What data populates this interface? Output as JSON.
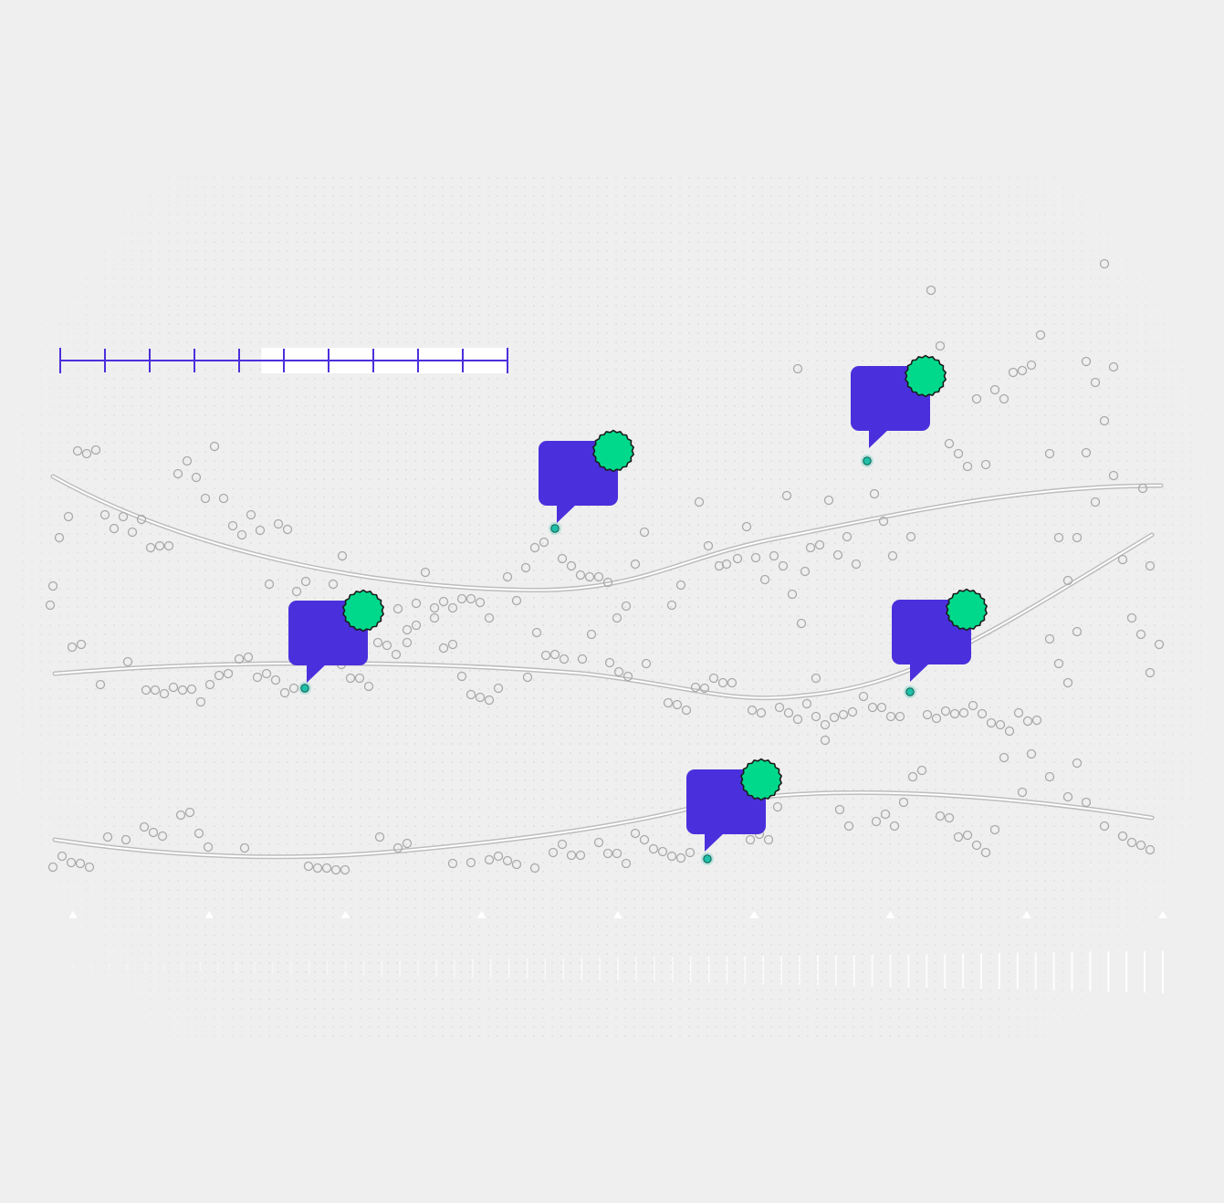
{
  "colors": {
    "background": "#efefef",
    "dot_grid": "#d6d6d6",
    "curve": "#bdbdbd",
    "curve_highlight": "#ffffff",
    "sample_dot": "#a9a9a9",
    "bubble": "#4a30dc",
    "badge": "#00d98c",
    "badge_outline": "#1c1c1c",
    "anchor_dot": "#1fbfa8",
    "ruler": "#4a30dc",
    "ruler_highlight": "#ffffff",
    "tick_marks": "#ffffff"
  },
  "ruler": {
    "segments": 10,
    "highlighted_from_segment": 4.5
  },
  "icons": {
    "bubble": "chat-bubble-icon",
    "badge": "notification-badge-icon",
    "anchor": "location-dot-icon",
    "axis_marker": "triangle-up-icon"
  },
  "callouts": [
    {
      "id": "callout-1"
    },
    {
      "id": "callout-2"
    },
    {
      "id": "callout-3"
    },
    {
      "id": "callout-4"
    },
    {
      "id": "callout-5"
    }
  ],
  "axis": {
    "marker_count": 9,
    "tick_count": 61
  }
}
